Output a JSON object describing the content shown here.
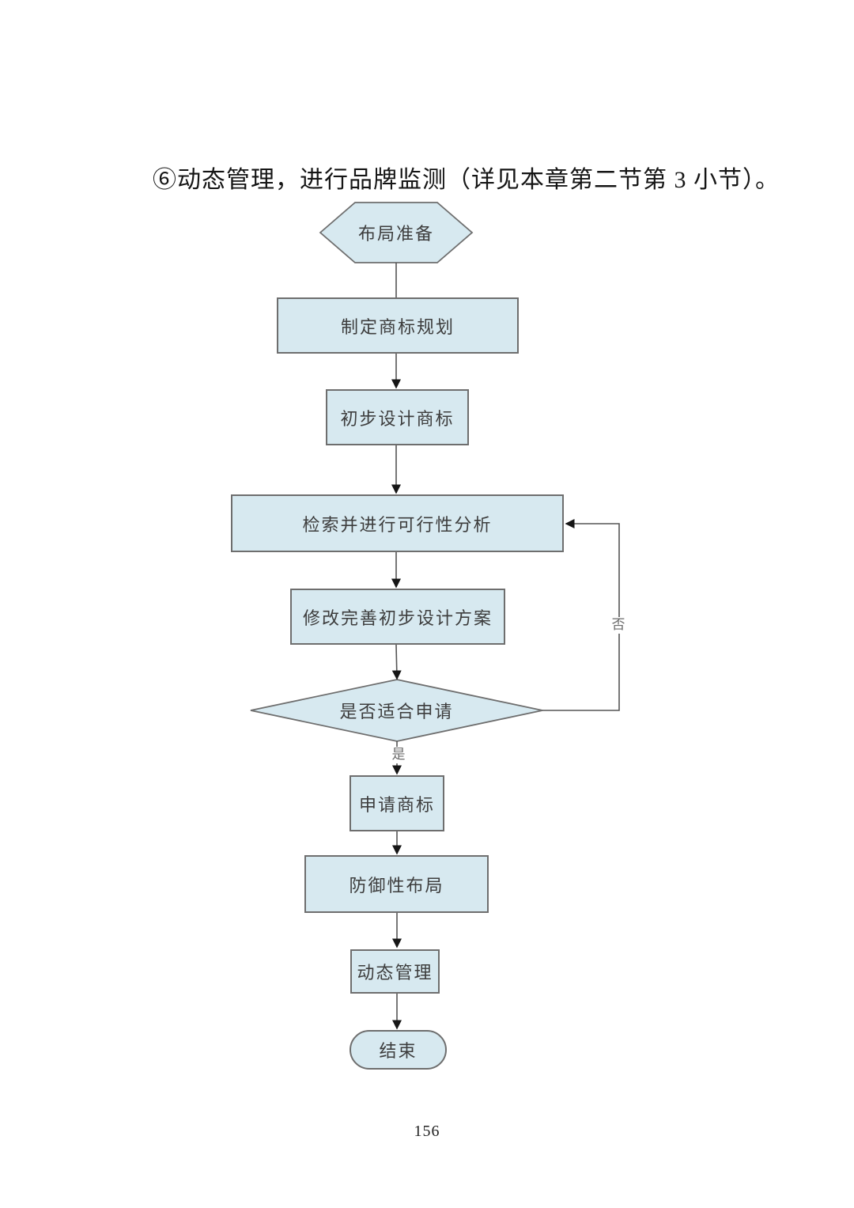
{
  "page": {
    "heading": "⑥动态管理，进行品牌监测（详见本章第二节第 3 小节）。",
    "page_number": "156"
  },
  "flowchart": {
    "nodes": {
      "start": "布局准备",
      "plan": "制定商标规划",
      "design": "初步设计商标",
      "search": "检索并进行可行性分析",
      "revise": "修改完善初步设计方案",
      "decision": "是否适合申请",
      "apply": "申请商标",
      "defense": "防御性布局",
      "manage": "动态管理",
      "end": "结束"
    },
    "edge_labels": {
      "yes": "是",
      "no": "否"
    },
    "colors": {
      "node_fill": "#d7e9f0",
      "node_border": "#6e6e6e",
      "connector": "#555555",
      "arrowhead": "#161616"
    }
  }
}
